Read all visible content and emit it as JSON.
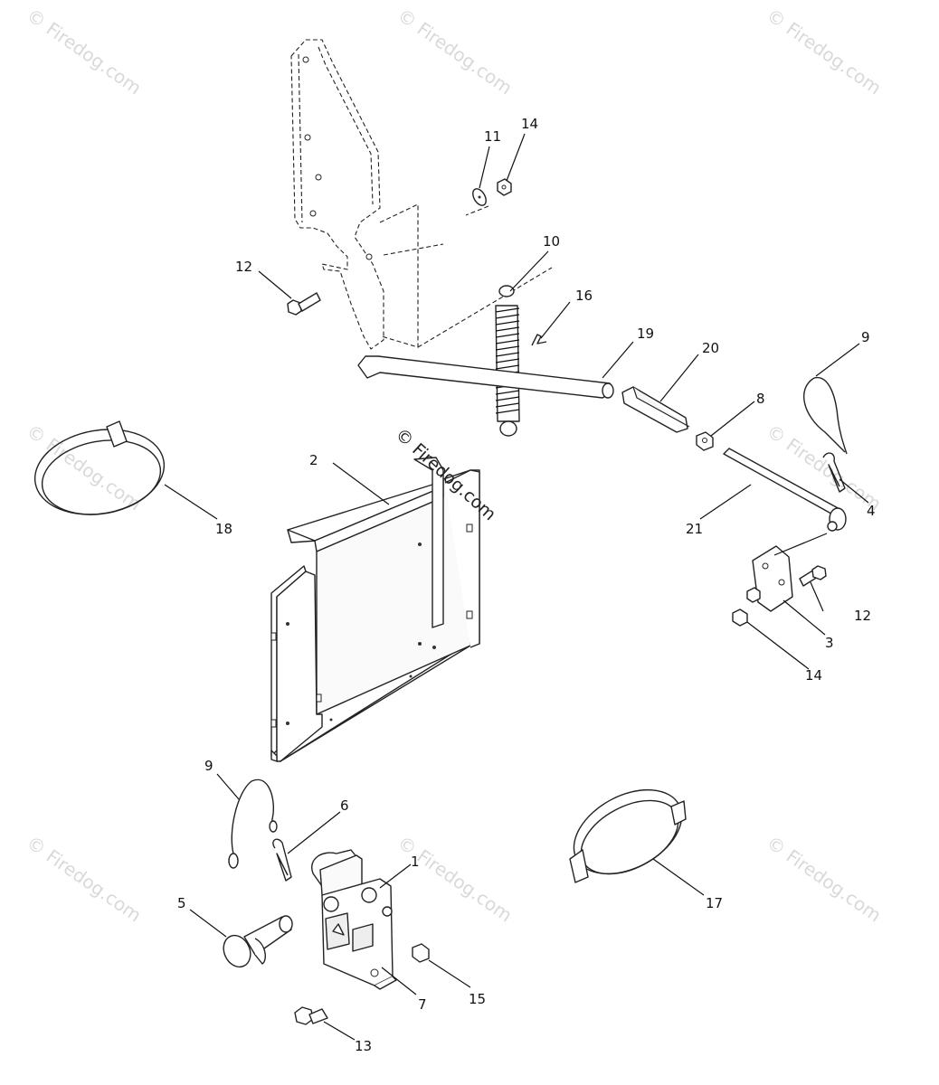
{
  "watermark": {
    "repeat_text": "© Firedog.com",
    "center_text": "© Firedog.com"
  },
  "callouts": [
    {
      "id": "c1",
      "label": "1"
    },
    {
      "id": "c2",
      "label": "2"
    },
    {
      "id": "c3",
      "label": "3"
    },
    {
      "id": "c4",
      "label": "4"
    },
    {
      "id": "c5",
      "label": "5"
    },
    {
      "id": "c6",
      "label": "6"
    },
    {
      "id": "c7",
      "label": "7"
    },
    {
      "id": "c8",
      "label": "8"
    },
    {
      "id": "c9a",
      "label": "9"
    },
    {
      "id": "c9b",
      "label": "9"
    },
    {
      "id": "c10",
      "label": "10"
    },
    {
      "id": "c11",
      "label": "11"
    },
    {
      "id": "c12a",
      "label": "12"
    },
    {
      "id": "c12b",
      "label": "12"
    },
    {
      "id": "c13",
      "label": "13"
    },
    {
      "id": "c14a",
      "label": "14"
    },
    {
      "id": "c14b",
      "label": "14"
    },
    {
      "id": "c15",
      "label": "15"
    },
    {
      "id": "c16",
      "label": "16"
    },
    {
      "id": "c17",
      "label": "17"
    },
    {
      "id": "c18",
      "label": "18"
    },
    {
      "id": "c19",
      "label": "19"
    },
    {
      "id": "c20",
      "label": "20"
    },
    {
      "id": "c21",
      "label": "21"
    }
  ]
}
